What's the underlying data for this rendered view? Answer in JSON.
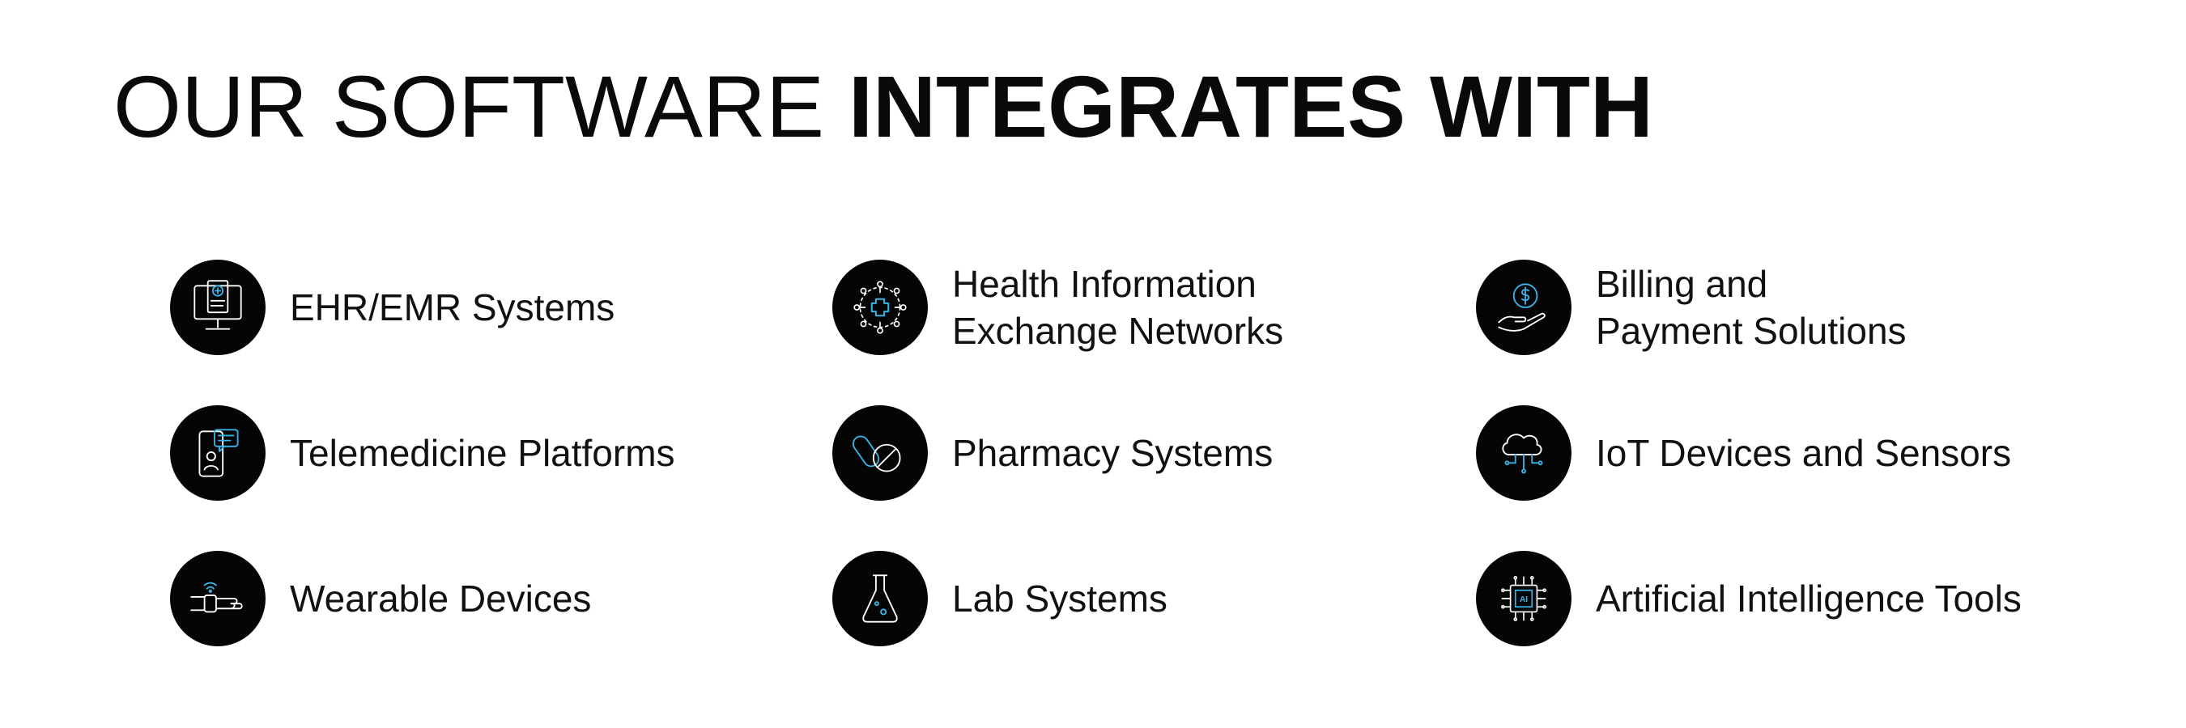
{
  "heading": {
    "light": "OUR SOFTWARE",
    "bold": "INTEGRATES WITH"
  },
  "colors": {
    "text": "#0a0a0a",
    "icon_bg": "#050505",
    "icon_line": "#ffffff",
    "icon_accent": "#3ab4e8"
  },
  "items": [
    {
      "icon": "monitor-medical-icon",
      "lines": [
        "EHR/EMR Systems"
      ]
    },
    {
      "icon": "network-cross-icon",
      "lines": [
        "Health Information",
        "Exchange Networks"
      ]
    },
    {
      "icon": "hand-coin-icon",
      "lines": [
        "Billing and",
        "Payment Solutions"
      ]
    },
    {
      "icon": "phone-chat-icon",
      "lines": [
        "Telemedicine Platforms"
      ]
    },
    {
      "icon": "pills-icon",
      "lines": [
        "Pharmacy Systems"
      ]
    },
    {
      "icon": "cloud-circuit-icon",
      "lines": [
        "IoT Devices and Sensors"
      ]
    },
    {
      "icon": "wrist-tracker-icon",
      "lines": [
        "Wearable Devices"
      ]
    },
    {
      "icon": "flask-icon",
      "lines": [
        "Lab Systems"
      ]
    },
    {
      "icon": "ai-chip-icon",
      "lines": [
        "Artificial Intelligence Tools"
      ],
      "icon_text": "AI"
    }
  ]
}
